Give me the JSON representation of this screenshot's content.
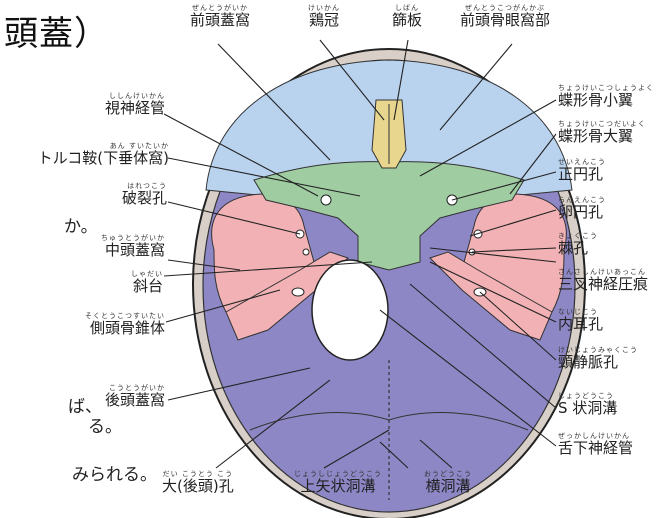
{
  "page": {
    "heading": "頭蓋）",
    "side_text": [
      "か。",
      "ば、",
      "る。",
      "みられる。"
    ]
  },
  "colors": {
    "anterior_fossa": "#b9d3ef",
    "middle_fossa": "#f2b2b5",
    "posterior_fossa": "#8e87c6",
    "sphenoid_green": "#9fcca1",
    "crista_yellow": "#e8d68f",
    "outline": "#222222"
  },
  "labels": {
    "top": [
      {
        "ruby": "ぜんとうがいか",
        "text": "前頭蓋窩"
      },
      {
        "ruby": "けいかん",
        "text": "鶏冠"
      },
      {
        "ruby": "しばん",
        "text": "篩板"
      },
      {
        "ruby": "ぜんとうこつがんかぶ",
        "text": "前頭骨眼窩部"
      }
    ],
    "left": [
      {
        "ruby": "ししんけいかん",
        "text": "視神経管"
      },
      {
        "ruby": "あん すいたいか",
        "text": "トルコ鞍(下垂体窩)"
      },
      {
        "ruby": "はれつこう",
        "text": "破裂孔"
      },
      {
        "ruby": "ちゅうとうがいか",
        "text": "中頭蓋窩"
      },
      {
        "ruby": "しゃだい",
        "text": "斜台"
      },
      {
        "ruby": "そくとうこつすいたい",
        "text": "側頭骨錐体"
      },
      {
        "ruby": "こうとうがいか",
        "text": "後頭蓋窩"
      }
    ],
    "right": [
      {
        "ruby": "ちょうけいこつしょうよく",
        "text": "蝶形骨小翼"
      },
      {
        "ruby": "ちょうけいこつだいよく",
        "text": "蝶形骨大翼"
      },
      {
        "ruby": "せいえんこう",
        "text": "正円孔"
      },
      {
        "ruby": "らんえんこう",
        "text": "卵円孔"
      },
      {
        "ruby": "きょくこう",
        "text": "棘孔"
      },
      {
        "ruby": "さんさしんけいあっこん",
        "text": "三叉神経圧痕"
      },
      {
        "ruby": "ないじこう",
        "text": "内耳孔"
      },
      {
        "ruby": "けいじょうみゃくこう",
        "text": "頸静脈孔"
      },
      {
        "ruby": "じょうどうこう",
        "text": "S 状洞溝"
      },
      {
        "ruby": "ぜっかしんけいかん",
        "text": "舌下神経管"
      }
    ],
    "bottom": [
      {
        "ruby": "だい こうとう こう",
        "text": "大(後頭)孔"
      },
      {
        "ruby": "じょうしじょうどうこう",
        "text": "上矢状洞溝"
      },
      {
        "ruby": "おうどうこう",
        "text": "横洞溝"
      }
    ]
  }
}
